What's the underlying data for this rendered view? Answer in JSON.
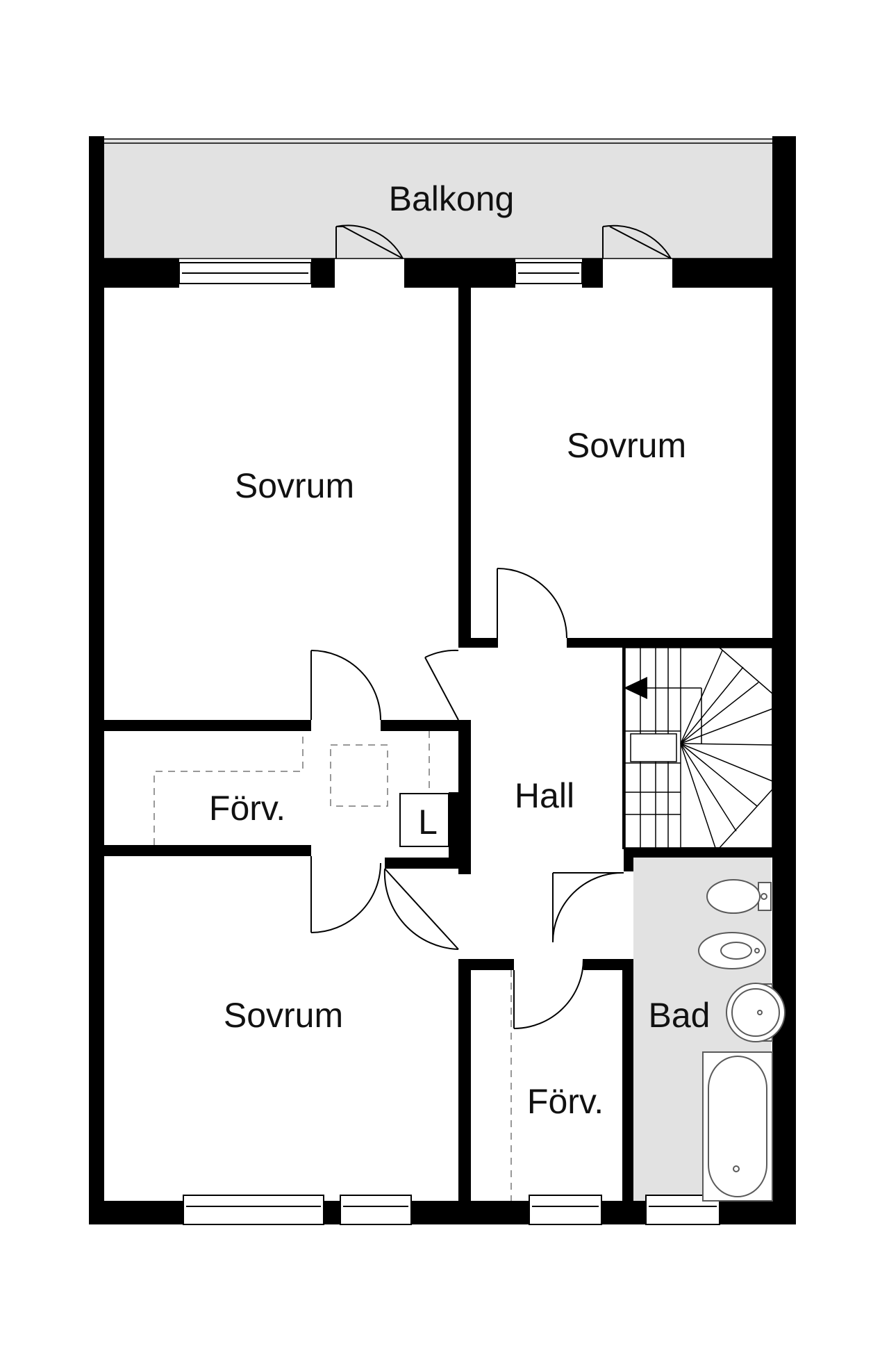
{
  "rooms": {
    "balcony": "Balkong",
    "bedroom_1": "Sovrum",
    "bedroom_2": "Sovrum",
    "bedroom_3": "Sovrum",
    "storage_1": "Förv.",
    "storage_2": "Förv.",
    "hall": "Hall",
    "bathroom": "Bad",
    "linen_closet": "L"
  },
  "colors": {
    "wall": "#000000",
    "balcony_fill": "#e2e2e2",
    "bathroom_fill": "#e2e2e2",
    "floor": "#ffffff",
    "fixture": "#5a5a5a",
    "dashed": "#777777"
  }
}
